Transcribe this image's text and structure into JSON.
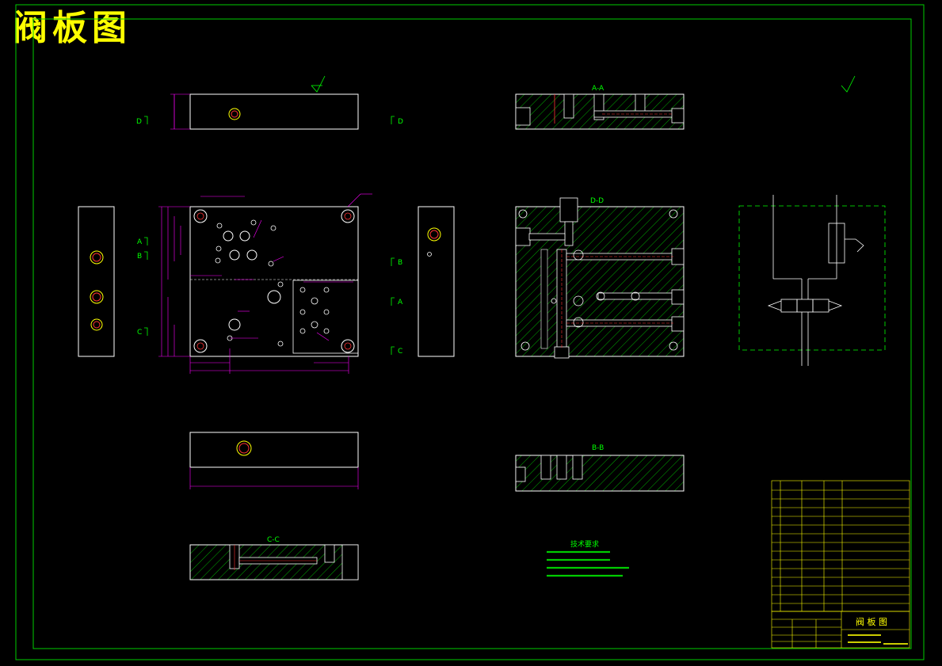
{
  "title": "阀板图",
  "section_labels": {
    "aa": "A-A",
    "dd": "D-D",
    "bb": "B-B",
    "cc": "C-C"
  },
  "view_markers": {
    "a": "A",
    "b": "B",
    "c": "C",
    "d": "D"
  },
  "tech_requirements": {
    "heading": "技术要求"
  },
  "title_block": {
    "drawing_name": "阀 板 图"
  },
  "colors": {
    "background": "#000000",
    "outline": "#ffffff",
    "dimension": "#ff00ff",
    "hatch": "#00cc00",
    "frame": "#00ff00",
    "title": "#ffff00",
    "hidden": "#ff3333",
    "table": "#ffff00"
  }
}
